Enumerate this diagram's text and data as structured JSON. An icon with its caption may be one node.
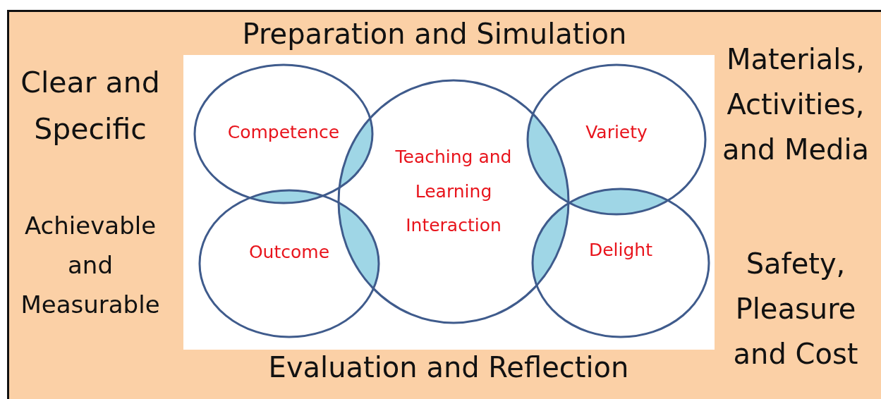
{
  "diagram": {
    "nodes": [
      {
        "text": [
          "Competence"
        ]
      },
      {
        "text": [
          "Outcome"
        ]
      },
      {
        "text": [
          "Teaching and Learning Interaction"
        ]
      },
      {
        "text": [
          "Variety"
        ]
      },
      {
        "text": [
          "Delight"
        ]
      }
    ],
    "labels": [
      "Preparation and Simulation",
      "Clear and Specific",
      "Materials, Activities, and Media",
      "Achievable and Measurable",
      "Safety, Pleasure and Cost",
      "Evaluation and Reflection"
    ]
  }
}
